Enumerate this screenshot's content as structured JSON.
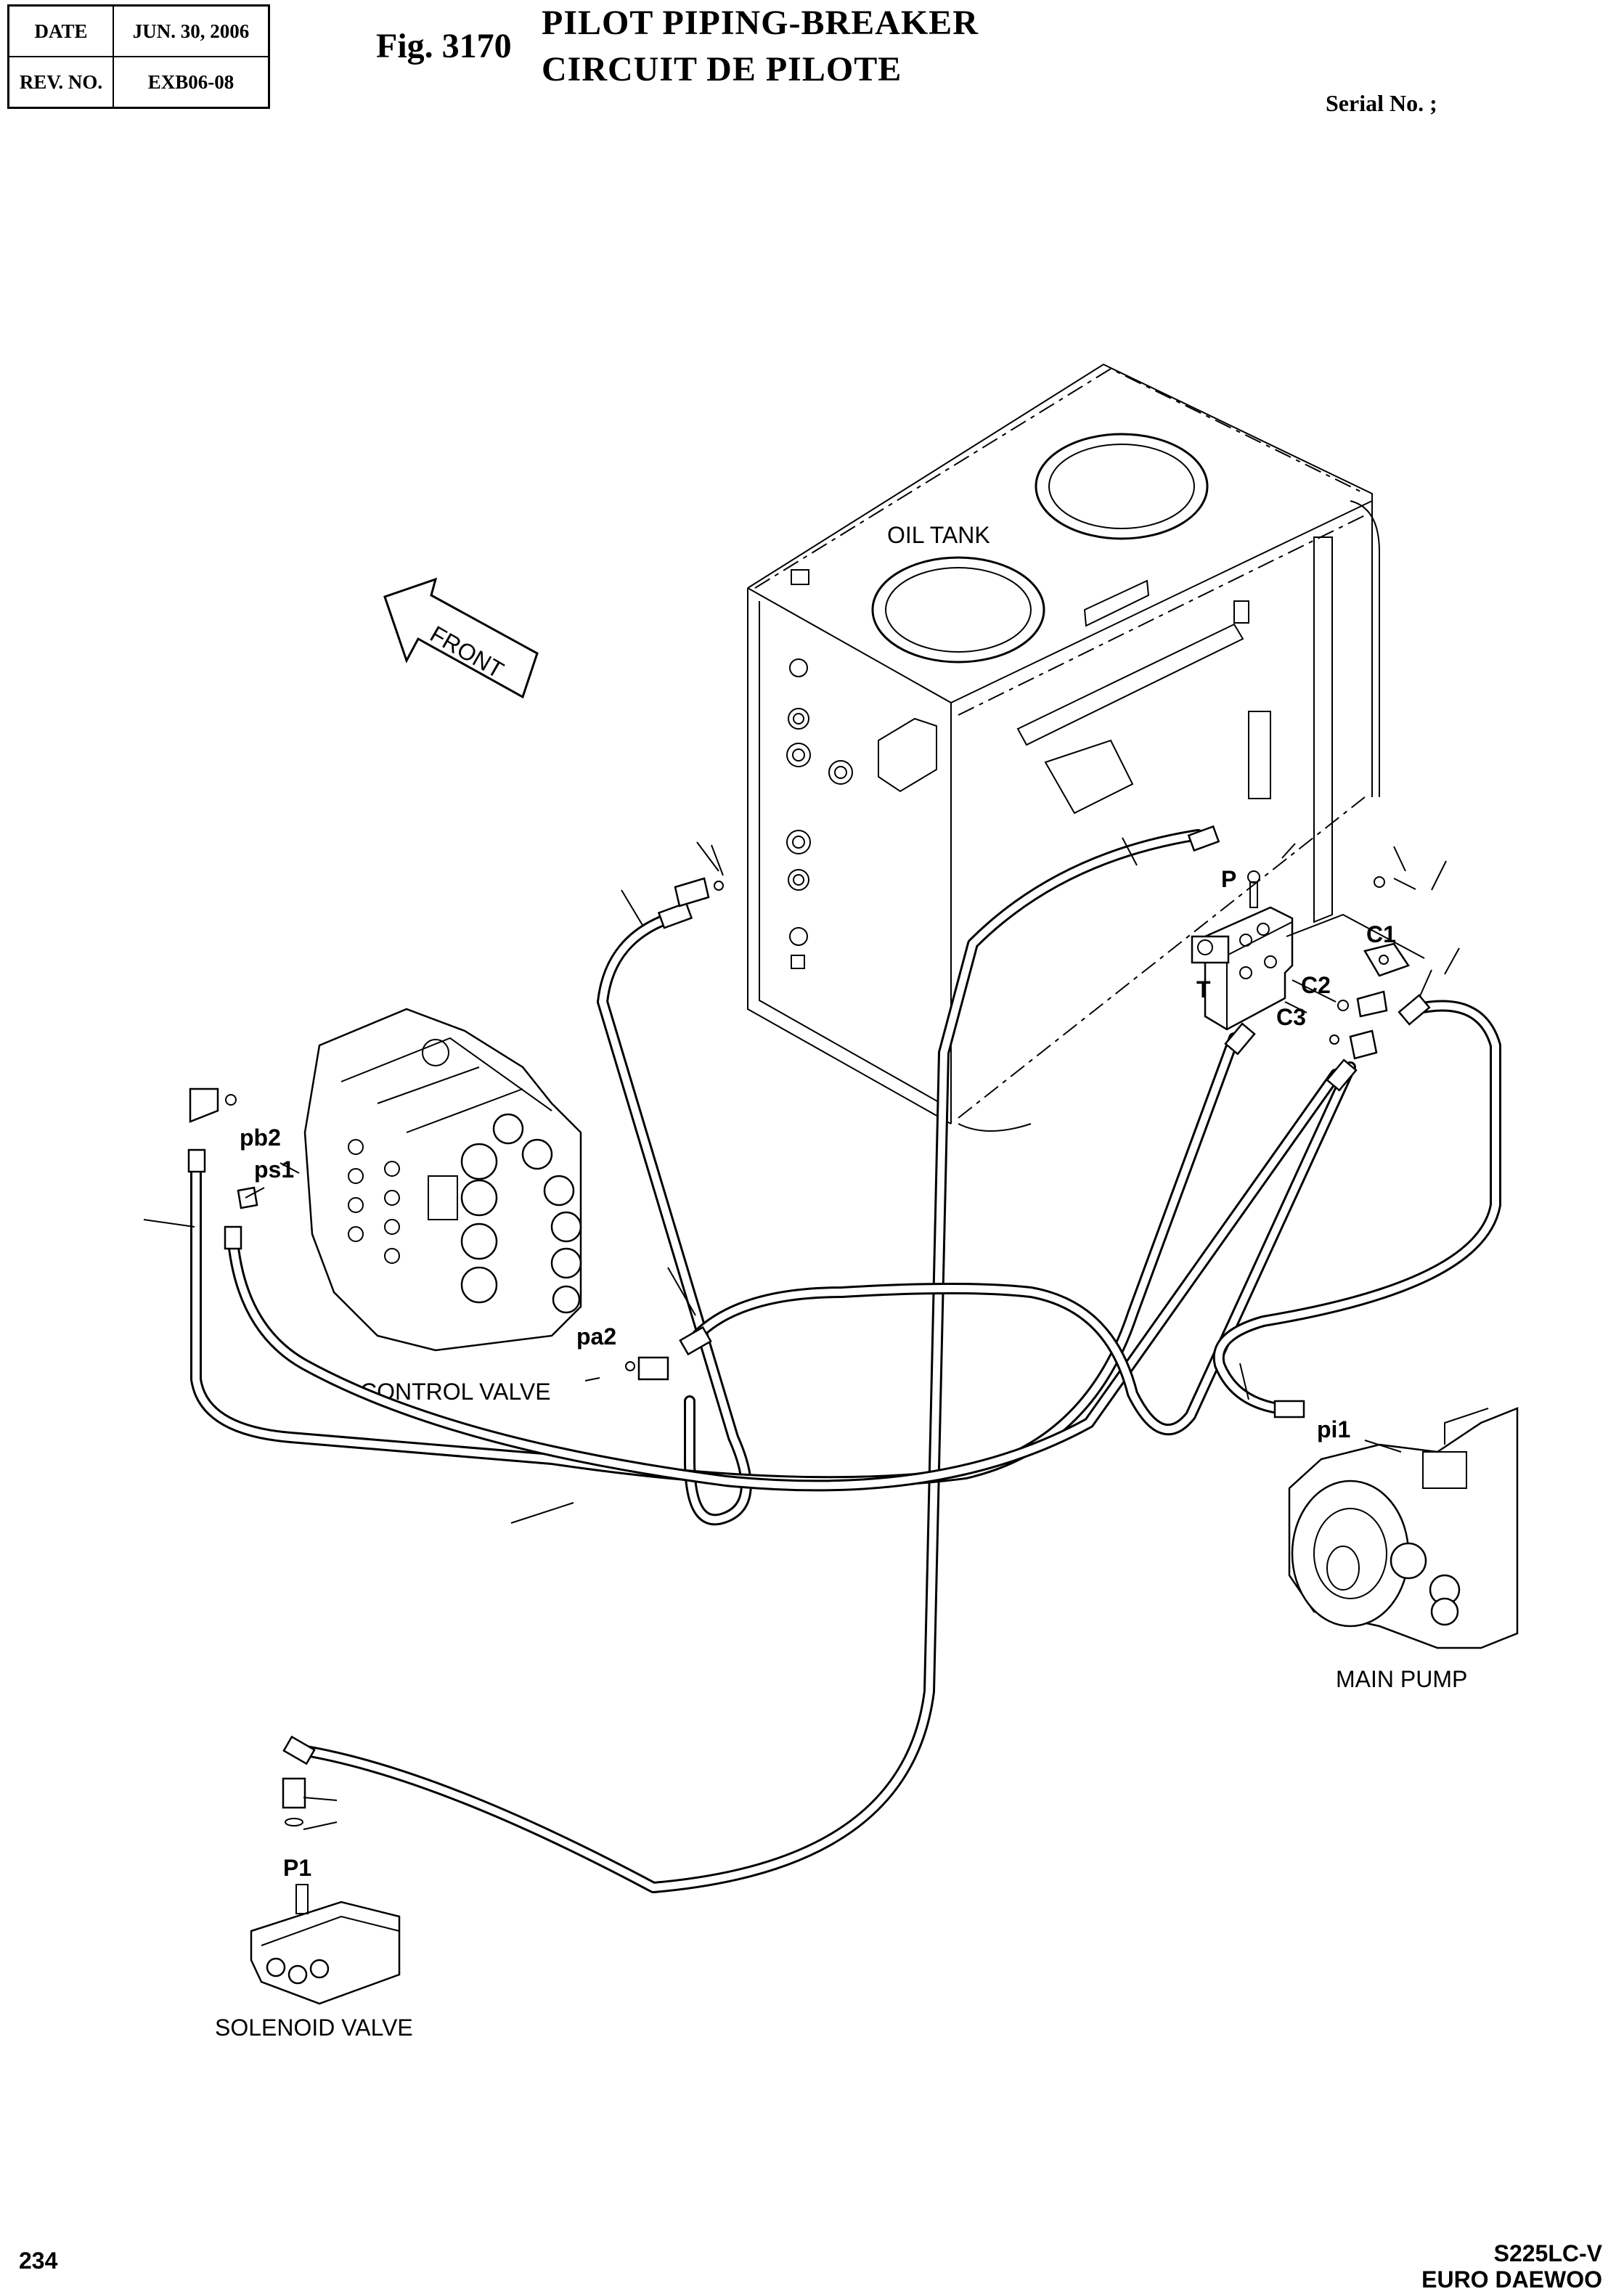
{
  "header": {
    "date_label": "DATE",
    "date_value": "JUN. 30, 2006",
    "rev_label": "REV. NO.",
    "rev_value": "EXB06-08"
  },
  "figure": {
    "number": "Fig. 3170",
    "title_line1": "PILOT PIPING-BREAKER",
    "title_line2": "CIRCUIT DE PILOTE",
    "serial": "Serial No. ;"
  },
  "labels": {
    "oil_tank": "OIL TANK",
    "front": "FRONT",
    "control_valve": "CONTROL VALVE",
    "main_pump": "MAIN PUMP",
    "solenoid_valve": "SOLENOID VALVE"
  },
  "ports": {
    "p": "P",
    "t": "T",
    "c1": "C1",
    "c2": "C2",
    "c3": "C3",
    "pb2": "pb2",
    "ps1": "ps1",
    "pa2": "pa2",
    "pi1": "pi1",
    "p1": "P1"
  },
  "footer": {
    "page": "234",
    "model": "S225LC-V",
    "brand": "EURO DAEWOO"
  }
}
